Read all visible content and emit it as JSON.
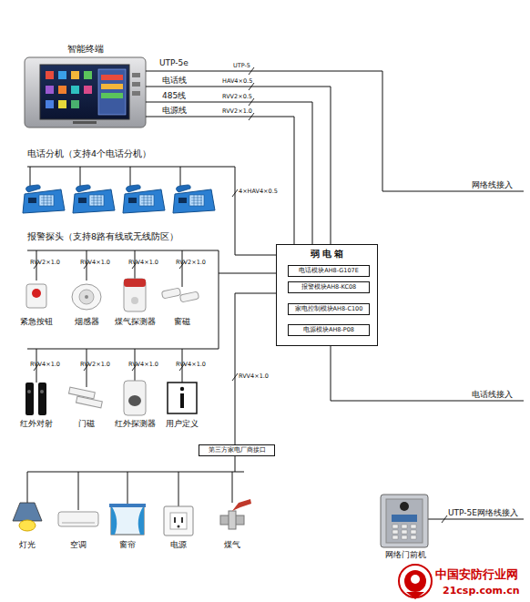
{
  "diagram": {
    "nodes": [
      {
        "text": [
          "智能终端"
        ]
      },
      {
        "text": [
          "电话分机（支持4个电话分机）"
        ]
      },
      {
        "text": [
          "报警探头（支持8路有线或无线防区）"
        ]
      },
      {
        "text": [
          "弱 电 箱"
        ]
      },
      {
        "text": [
          "电话模块AH8-G107E"
        ],
        "in": 3
      },
      {
        "text": [
          "报警模块AH8-KC08"
        ],
        "in": 3
      },
      {
        "text": [
          "家电控制模块AH8-C100"
        ],
        "in": 3
      },
      {
        "text": [
          "电源模块AH8-P08"
        ],
        "in": 3
      },
      {
        "text": [
          "第三方家电厂商接口"
        ]
      },
      {
        "text": [
          "网络门前机"
        ]
      }
    ],
    "edges": [
      {
        "from": 0,
        "to": 3,
        "arrow": "none",
        "label": "电话线"
      },
      {
        "from": 0,
        "to": 3,
        "arrow": "none",
        "label": "485线"
      },
      {
        "from": 0,
        "to": 3,
        "arrow": "none",
        "label": "电源线"
      },
      {
        "from": 1,
        "to": 3,
        "arrow": "none",
        "label": "4×HAV4×0.5"
      },
      {
        "from": 2,
        "to": 3,
        "arrow": "none"
      },
      {
        "from": 3,
        "to": 8,
        "arrow": "none",
        "label": "RVV4×1.0"
      }
    ],
    "labels": [
      "UTP-5e",
      "UTP-5",
      "HAV4×0.5",
      "RVV2×0.5",
      "RVV2×1.0",
      "网络线接入",
      "RVV2×1.0",
      "RVV4×1.0",
      "RVV4×1.0",
      "RVV2×1.0",
      "紧急按钮",
      "烟感器",
      "煤气探测器",
      "窗磁",
      "RVV4×1.0",
      "RVV2×1.0",
      "RVV4×1.0",
      "RVV4×1.0",
      "红外对射",
      "门磁",
      "红外探测器",
      "用户定义",
      "电话线接入",
      "灯光",
      "空调",
      "窗帘",
      "电源",
      "煤气",
      "UTP-5E网络线接入",
      "中国安防行业网",
      "21csp.com.cn"
    ]
  }
}
